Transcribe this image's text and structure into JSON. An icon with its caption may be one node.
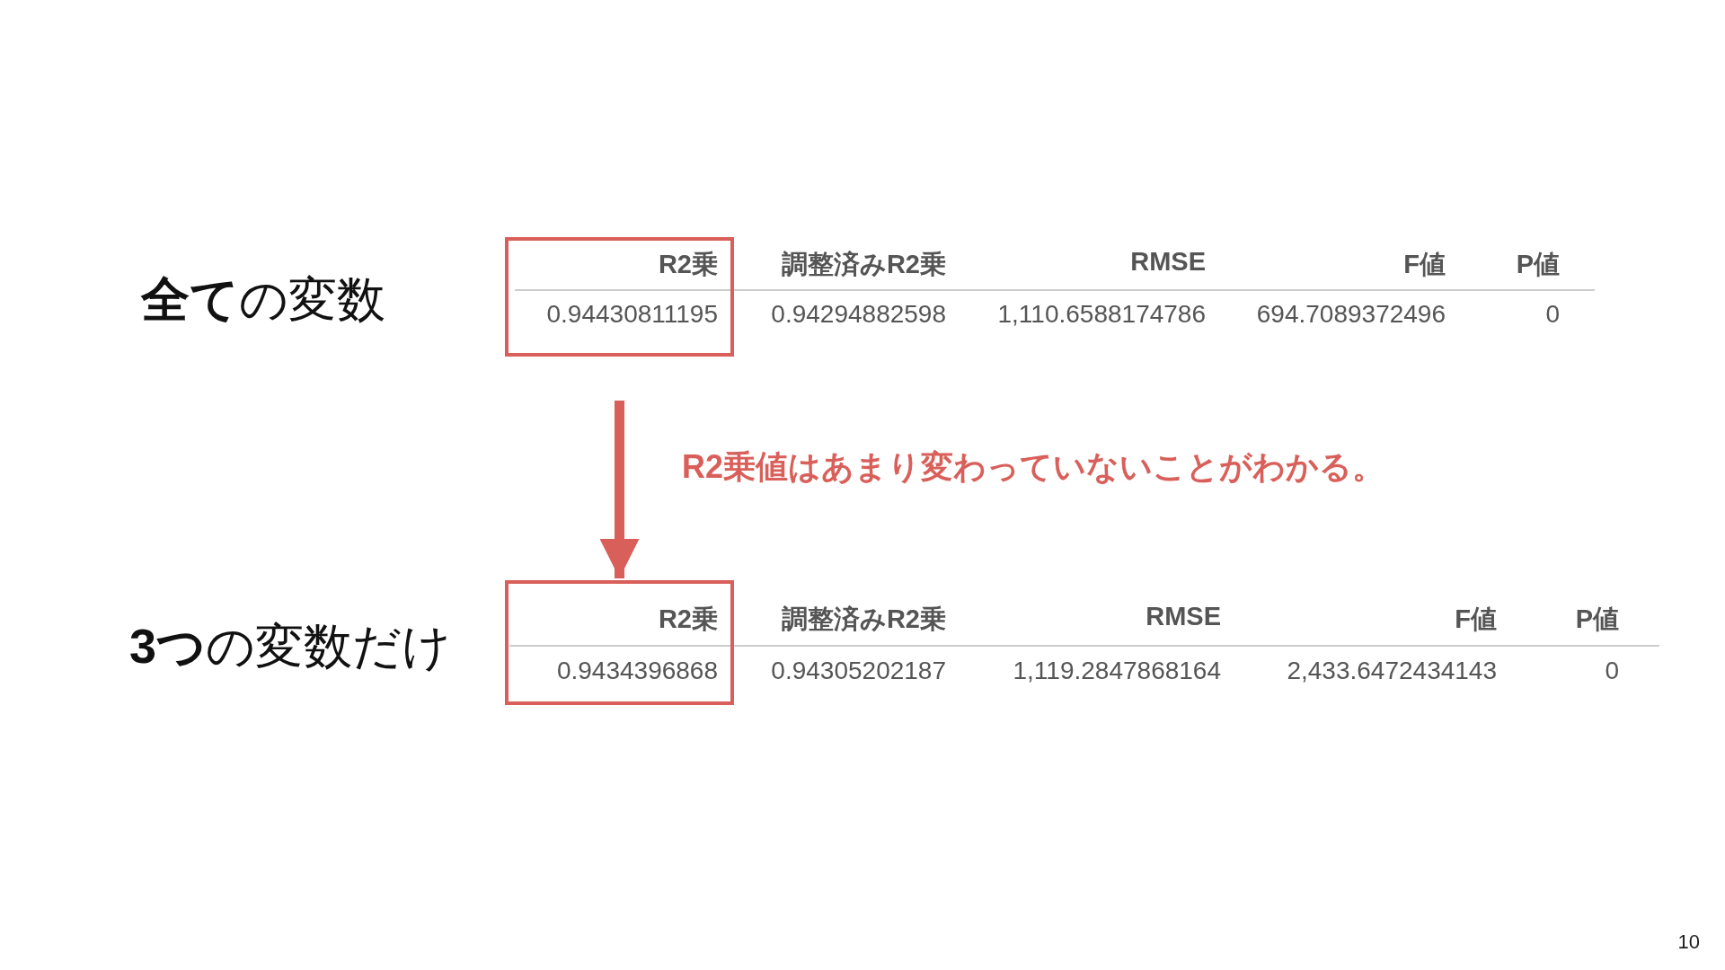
{
  "diagram": {
    "nodes": [
      {
        "text": [
          "R2乗",
          "0.94430811195"
        ]
      },
      {
        "text": [
          "R2乗",
          "0.9434396868"
        ]
      }
    ],
    "edges": [
      {
        "from": 0,
        "to": 1,
        "arrow": "to",
        "label": "R2乗値はあまり変わっていないことがわかる。"
      }
    ],
    "labels": [
      "**全て**の変数",
      "調整済みR2乗",
      "RMSE",
      "F値",
      "P値",
      "0.94294882598",
      "1,110.6588174786",
      "694.7089372496",
      "0",
      "**3つ**の変数だけ",
      "調整済みR2乗",
      "RMSE",
      "F値",
      "P値",
      "0.94305202187",
      "1,119.2847868164",
      "2,433.6472434143",
      "0",
      "10"
    ]
  }
}
